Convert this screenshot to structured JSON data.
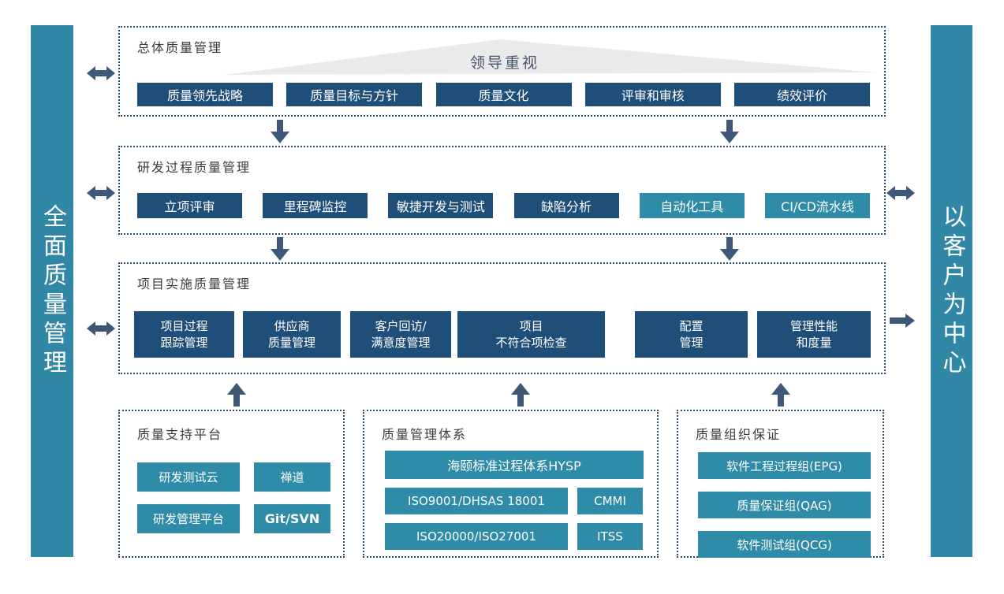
{
  "side_bars": {
    "left_label": "全面质量管理",
    "right_label": "以客户为中心"
  },
  "colors": {
    "navy_button": "#1F4E79",
    "teal_button": "#2F8CA9",
    "side_bar": "#3187A6",
    "dotted_border": "#26496F",
    "arrow": "#3E5877",
    "triangle_fill": "#EAEAEA",
    "banner_text": "#44546A"
  },
  "sections": {
    "overall": {
      "title": "总体质量管理",
      "banner": "领导重视",
      "buttons": [
        "质量领先战略",
        "质量目标与方针",
        "质量文化",
        "评审和审核",
        "绩效评价"
      ]
    },
    "rnd": {
      "title": "研发过程质量管理",
      "buttons": [
        "立项评审",
        "里程碑监控",
        "敏捷开发与测试",
        "缺陷分析",
        "自动化工具",
        "CI/CD流水线"
      ]
    },
    "project": {
      "title": "项目实施质量管理",
      "buttons": [
        {
          "line1": "项目过程",
          "line2": "跟踪管理"
        },
        {
          "line1": "供应商",
          "line2": "质量管理"
        },
        {
          "line1": "客户回访/",
          "line2": "满意度管理"
        },
        {
          "line1": "项目",
          "line2": "不符合项检查"
        },
        {
          "line1": "配置",
          "line2": "管理"
        },
        {
          "line1": "管理性能",
          "line2": "和度量"
        }
      ]
    },
    "platform": {
      "title": "质量支持平台",
      "buttons": [
        "研发测试云",
        "禅道",
        "研发管理平台",
        "Git/SVN"
      ]
    },
    "system": {
      "title": "质量管理体系",
      "buttons": [
        "海颐标准过程体系HYSP",
        "ISO9001/DHSAS 18001",
        "CMMI",
        "ISO20000/ISO27001",
        "ITSS"
      ]
    },
    "organization": {
      "title": "质量组织保证",
      "buttons": [
        "软件工程过程组(EPG)",
        "质量保证组(QAG)",
        "软件测试组(QCG)"
      ]
    }
  }
}
